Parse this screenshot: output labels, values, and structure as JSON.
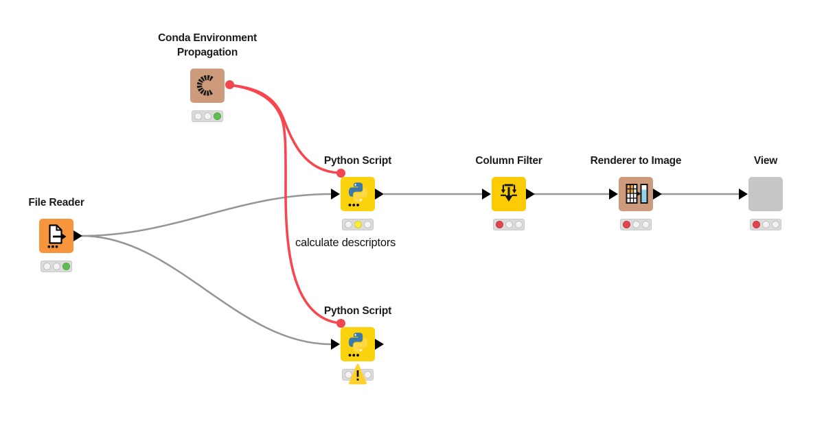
{
  "workflow": {
    "annotation": {
      "text": "calculate descriptors"
    }
  },
  "nodes": [
    {
      "label": "Conda Environment Propagation",
      "icon": "conda-c-icon",
      "color": "#CD9B7B",
      "lights": [
        "off",
        "off",
        "green"
      ]
    },
    {
      "label": "File Reader",
      "icon": "file-document-arrow-icon",
      "color": "#F6953C",
      "lights": [
        "off",
        "off",
        "green"
      ]
    },
    {
      "label": "Python Script",
      "icon": "python-logo-icon",
      "color": "#FBD20E",
      "lights": [
        "off",
        "yellow",
        "off"
      ]
    },
    {
      "label": "Python Script",
      "icon": "python-logo-icon",
      "color": "#FBD20E",
      "lights": [
        "off",
        "off",
        "off"
      ],
      "warning": "!"
    },
    {
      "label": "Column Filter",
      "icon": "column-filter-arrows-icon",
      "color": "#FBCB05",
      "lights": [
        "red",
        "off",
        "off"
      ]
    },
    {
      "label": "Renderer to Image",
      "icon": "table-to-image-icon",
      "color": "#CD9B7B",
      "lights": [
        "red",
        "off",
        "off"
      ]
    },
    {
      "label": "View",
      "icon": "none",
      "color": "#C6C6C6",
      "lights": [
        "red",
        "off",
        "off"
      ]
    }
  ],
  "connections": [
    {
      "from": "file-reader",
      "to": "python-script-1",
      "type": "data",
      "color": "#969696"
    },
    {
      "from": "file-reader",
      "to": "python-script-2",
      "type": "data",
      "color": "#969696"
    },
    {
      "from": "python-script-1",
      "to": "column-filter",
      "type": "data",
      "color": "#969696"
    },
    {
      "from": "column-filter",
      "to": "renderer-to-image",
      "type": "data",
      "color": "#969696"
    },
    {
      "from": "renderer-to-image",
      "to": "view",
      "type": "data",
      "color": "#969696"
    },
    {
      "from": "conda-environment-propagation",
      "to": "python-script-1",
      "type": "flow-variable",
      "color": "#F8454E"
    },
    {
      "from": "conda-environment-propagation",
      "to": "python-script-2",
      "type": "flow-variable",
      "color": "#F8454E"
    }
  ],
  "colors": {
    "canvas_bg": "#FFFFFF",
    "flowvar_port": "#F2464F",
    "python_blue": "#3C78AA",
    "python_yellow": "#FFD948",
    "table_header_orange": "#EFA33D",
    "image_blue": "#8ED4EC"
  }
}
